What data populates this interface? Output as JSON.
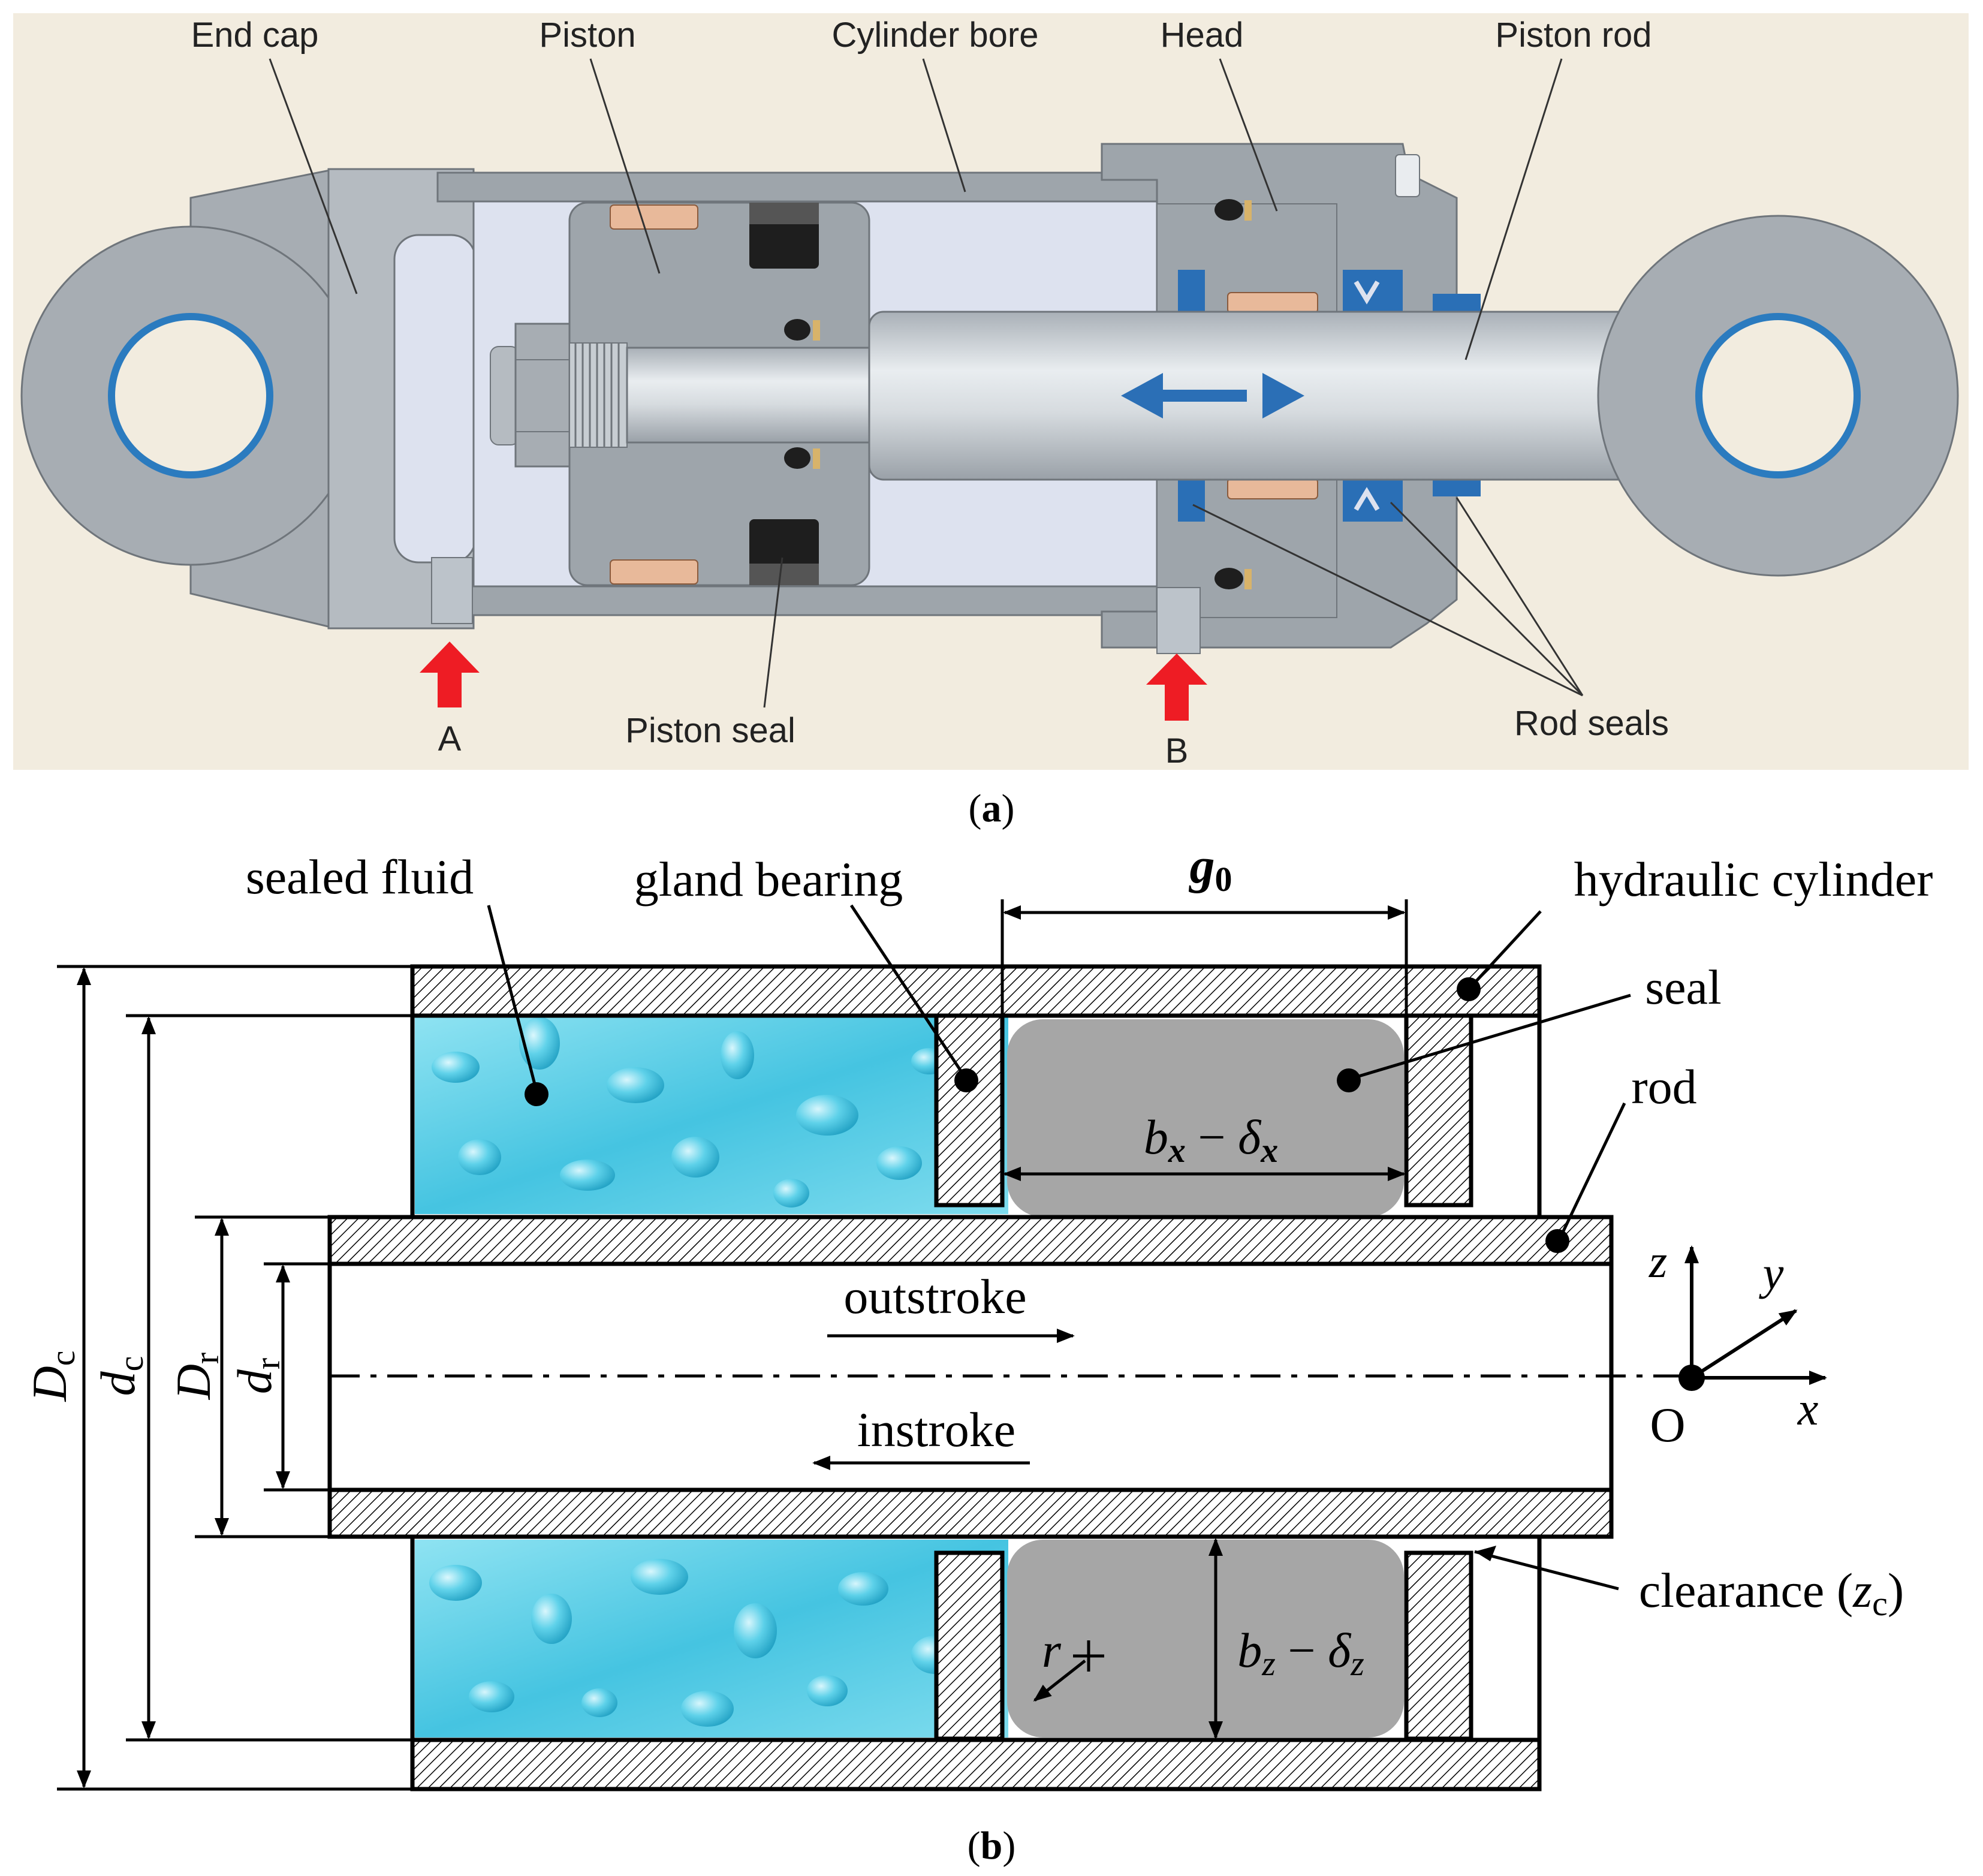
{
  "panel_a": {
    "labels": {
      "end_cap": "End cap",
      "piston": "Piston",
      "cylinder_bore": "Cylinder bore",
      "head": "Head",
      "piston_rod": "Piston rod",
      "piston_seal": "Piston seal",
      "rod_seals": "Rod seals",
      "port_a": "A",
      "port_b": "B"
    },
    "caption": "(a)",
    "caption_letter": "a"
  },
  "panel_b": {
    "labels": {
      "sealed_fluid": "sealed fluid",
      "gland_bearing": "gland bearing",
      "g0": "g",
      "g0_sub": "0",
      "hydraulic_cylinder": "hydraulic cylinder",
      "seal": "seal",
      "rod": "rod",
      "bx": "b",
      "bx_sub": "x",
      "dx": "δ",
      "dx_sub": "x",
      "bz": "b",
      "bz_sub": "z",
      "dz": "δ",
      "dz_sub": "z",
      "minus": "−",
      "outstroke": "outstroke",
      "instroke": "instroke",
      "clearance": "clearance (",
      "clearance_var": "z",
      "clearance_sub": "c",
      "clearance_end": ")",
      "r": "r",
      "Dc": "D",
      "Dc_sub": "c",
      "dc": "d",
      "dc_sub": "c",
      "Dr": "D",
      "Dr_sub": "r",
      "dr": "d",
      "dr_sub": "r",
      "axis_x": "x",
      "axis_y": "y",
      "axis_z": "z",
      "origin": "O"
    },
    "caption": "(b)",
    "caption_letter": "b"
  },
  "colors": {
    "background_a": "#f2ecdf",
    "metal_dark": "#9ea5ab",
    "metal_light": "#bcc3ca",
    "fluid_chamber": "#dde2ef",
    "seal_blue": "#2a6fb6",
    "seal_black": "#1e1e1e",
    "bearing_copper": "#e8b99a",
    "arrow_red": "#ee1c24",
    "arrow_blue": "#2b6fb6",
    "fluid_cyan": "#53cde6",
    "seal_grey": "#a6a6a6"
  }
}
